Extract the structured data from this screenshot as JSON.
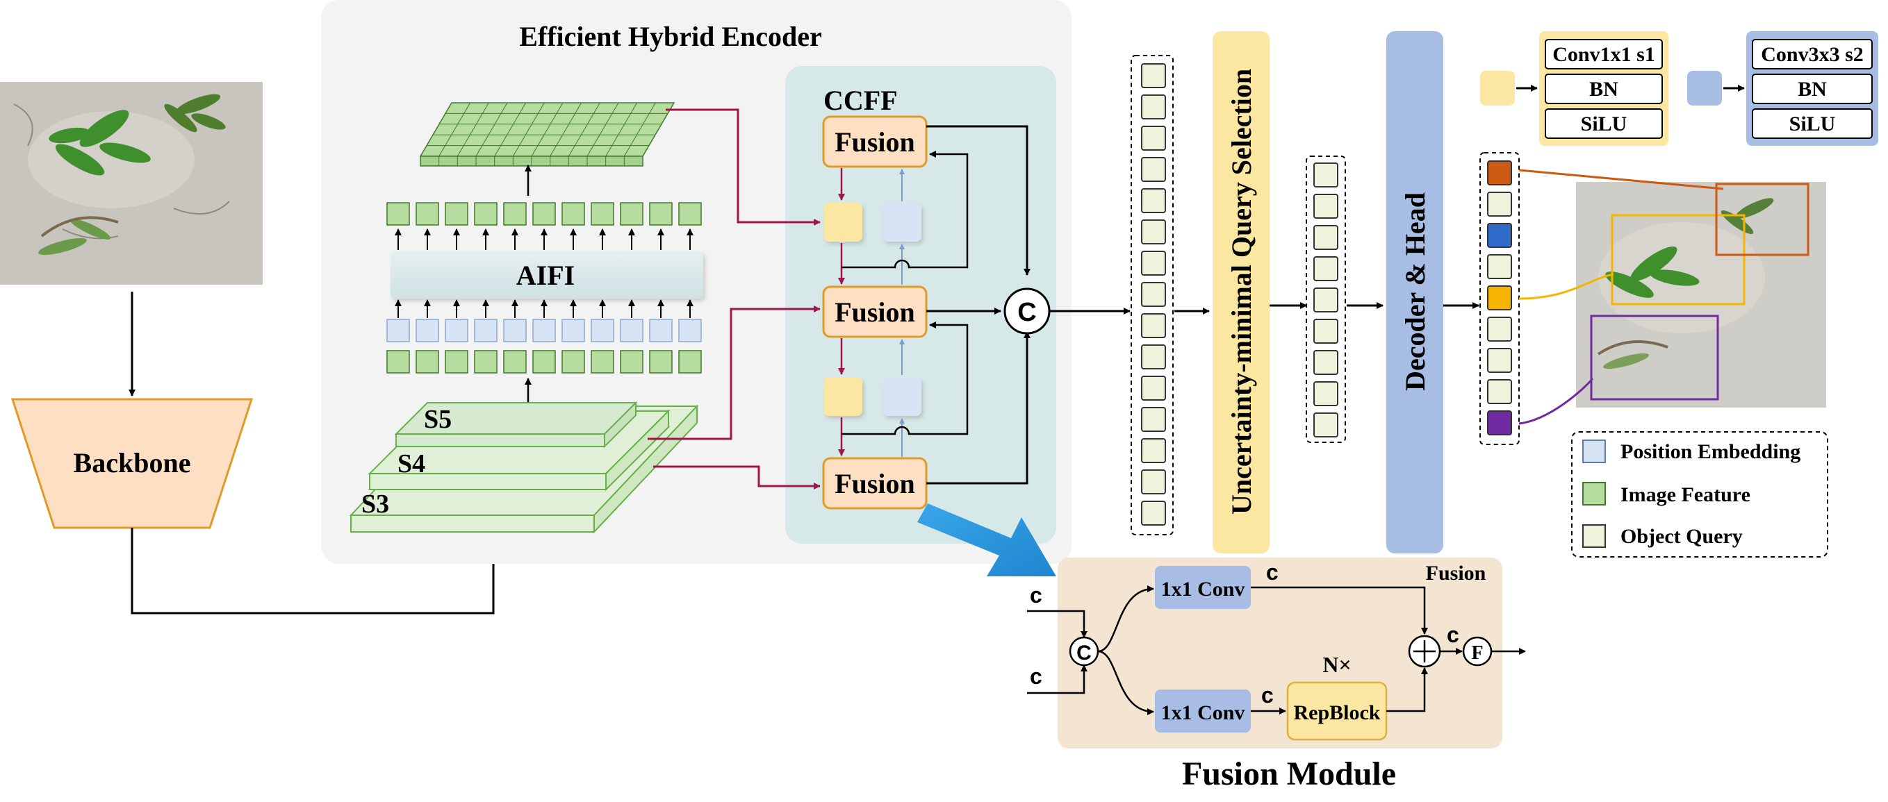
{
  "encoder": {
    "title": "Efficient Hybrid Encoder",
    "ccff_title": "CCFF",
    "aifi_label": "AIFI"
  },
  "backbone": {
    "label": "Backbone"
  },
  "stages": {
    "s5": "S5",
    "s4": "S4",
    "s3": "S3"
  },
  "ccff": {
    "fusion_label": "Fusion",
    "concat_symbol": "C"
  },
  "query_selection": {
    "label": "Uncertainty-minimal Query Selection"
  },
  "decoder": {
    "label": "Decoder & Head"
  },
  "conv_legend": {
    "yellow": [
      "Conv1x1 s1",
      "BN",
      "SiLU"
    ],
    "blue": [
      "Conv3x3 s2",
      "BN",
      "SiLU"
    ]
  },
  "legend": {
    "position_embedding": "Position Embedding",
    "image_feature": "Image Feature",
    "object_query": "Object Query"
  },
  "fusion_module": {
    "title": "Fusion Module",
    "corner_label": "Fusion",
    "conv_top": "1x1 Conv",
    "conv_bottom": "1x1 Conv",
    "repblock": "RepBlock",
    "repeat": "N×",
    "c_label": "c",
    "concat_symbol": "C",
    "add_symbol": "+",
    "f_symbol": "F"
  },
  "colors": {
    "green_feature": "#b7dca0",
    "blue_embed": "#d7e4f5",
    "query": "#f0f3dc",
    "yellow": "#fbe7a1",
    "blue": "#a7bde3",
    "orange": "#fde0c4",
    "teal_panel": "#d7e8e8",
    "crimson_arrow": "#a0154a",
    "orange_query": "#cc5a12",
    "blue_query": "#2f6bc8",
    "gold_query": "#f5b400",
    "purple_query": "#6f2ca0"
  }
}
